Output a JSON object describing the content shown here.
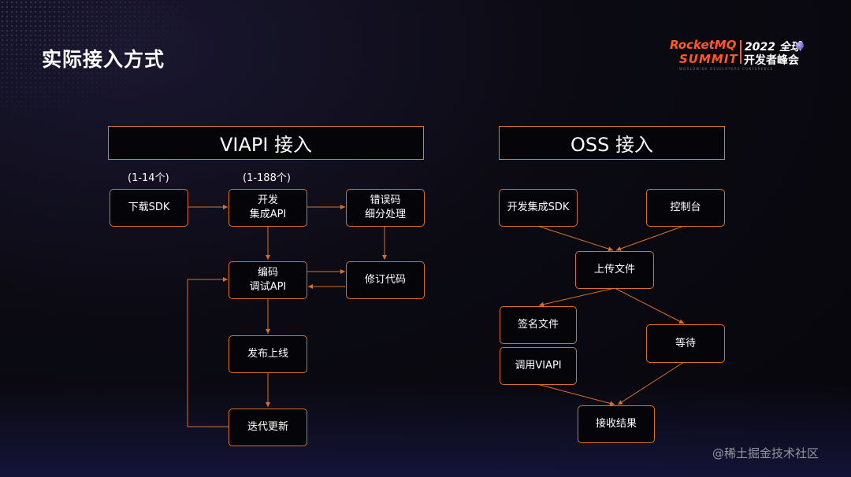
{
  "slide": {
    "title": "实际接入方式",
    "watermark": "@稀土掘金技术社区"
  },
  "logo": {
    "line1": "RocketMQ",
    "line2": "SUMMIT",
    "year": "2022 全球",
    "conference": "开发者峰会",
    "tagline": "WORLDWIDE DEVELOPERS CONFERENCE",
    "accent_color": "#ff5a1f"
  },
  "viapi": {
    "header": "VIAPI 接入",
    "count_sdk": "(1-14个)",
    "count_api": "(1-188个)",
    "nodes": {
      "download_sdk": "下载SDK",
      "develop": [
        "开发",
        "集成API"
      ],
      "error_code": [
        "错误码",
        "细分处理"
      ],
      "code_debug": [
        "编码",
        "调试API"
      ],
      "fix_code": "修订代码",
      "release": "发布上线",
      "iterate": "迭代更新"
    }
  },
  "oss": {
    "header": "OSS 接入",
    "nodes": {
      "sdk": "开发集成SDK",
      "console": "控制台",
      "upload": "上传文件",
      "sign": "签名文件",
      "call": "调用VIAPI",
      "wait": "等待",
      "receive": "接收结果"
    }
  },
  "colors": {
    "border": "#d9702a",
    "edge": "#d9702a"
  }
}
